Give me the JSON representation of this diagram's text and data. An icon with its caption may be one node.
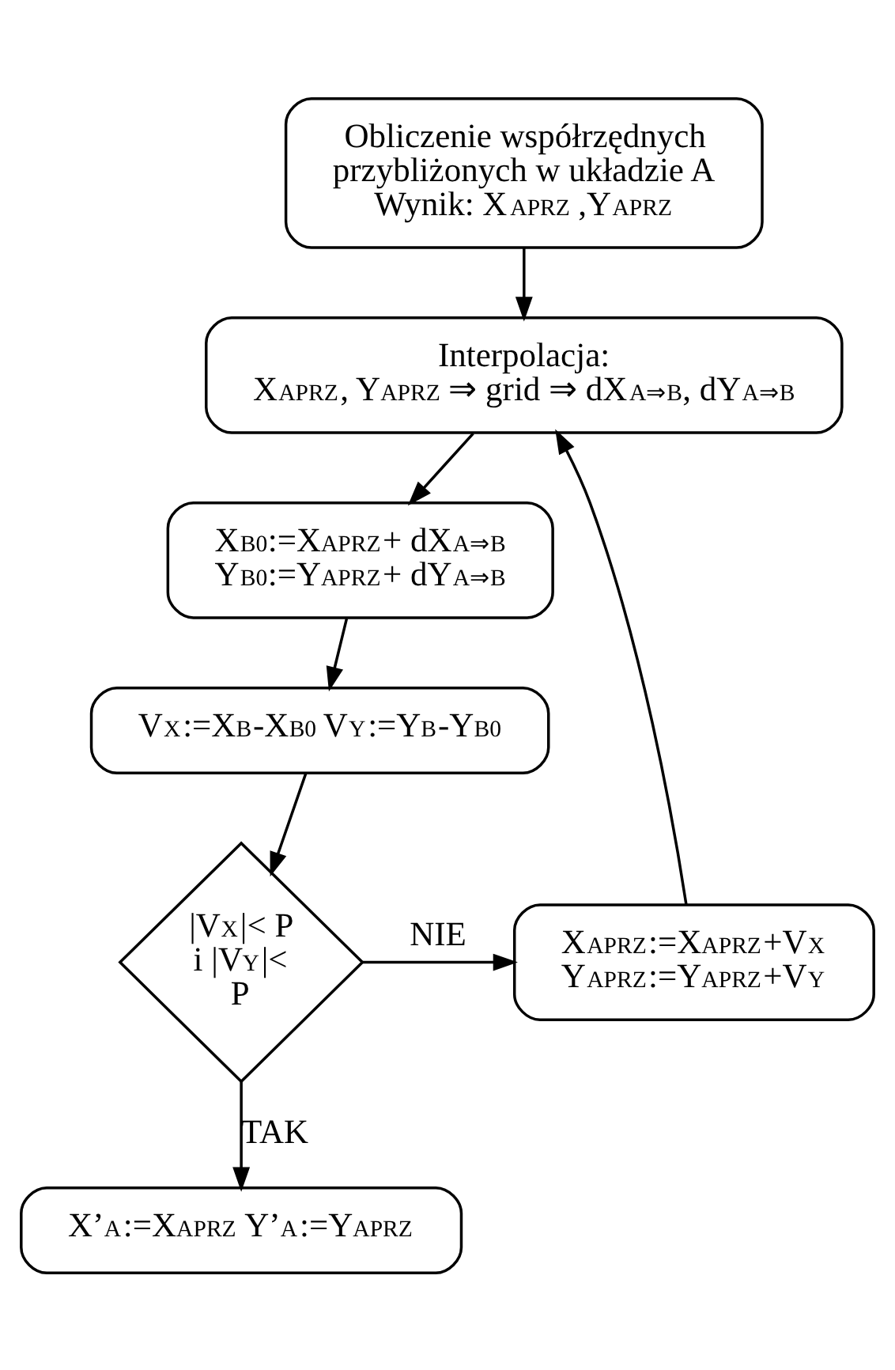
{
  "diagram": {
    "nodes": [
      {
        "text": [
          "Obliczenie współrzędnych przybliżonych w układzie A",
          "Wynik: X$_{APRZ}$ ,Y$_{APRZ}$"
        ]
      },
      {
        "text": [
          "Interpolacja:",
          "X$_{APRZ}$, Y$_{APRZ}$ ⇒ grid ⇒ dX$_{A⇒B}$, dY$_{A⇒B}$"
        ]
      },
      {
        "text": [
          "X$_{B0}$:=X$_{APRZ}$+ dX$_{A⇒B}$ Y$_{B0}$:=Y$_{APRZ}$+ dY$_{A⇒B}$"
        ]
      },
      {
        "text": [
          "V$_{X}$:=X$_{B}$-X$_{B0}$ V$_{Y}$:=Y$_{B}$-Y$_{B0}$"
        ]
      },
      {
        "text": [
          "|V$_{X}$|< P i |V$_{Y}$|< P"
        ]
      },
      {
        "text": [
          "X$_{APRZ}$:=X$_{APRZ}$+V$_{X}$ Y$_{APRZ}$:=Y$_{APRZ}$+V$_{Y}$"
        ]
      },
      {
        "text": [
          "X’$_{A}$:=X$_{APRZ}$ Y’$_{A}$:=Y$_{APRZ}$"
        ]
      }
    ],
    "edges": [
      {
        "from": 0,
        "to": 1,
        "arrow": "to"
      },
      {
        "from": 1,
        "to": 2,
        "arrow": "to"
      },
      {
        "from": 2,
        "to": 3,
        "arrow": "to"
      },
      {
        "from": 3,
        "to": 4,
        "arrow": "to"
      },
      {
        "from": 4,
        "to": 5,
        "arrow": "to",
        "label": "NIE"
      },
      {
        "from": 4,
        "to": 6,
        "arrow": "to",
        "label": "TAK"
      },
      {
        "from": 5,
        "to": 1,
        "arrow": "to"
      }
    ]
  }
}
